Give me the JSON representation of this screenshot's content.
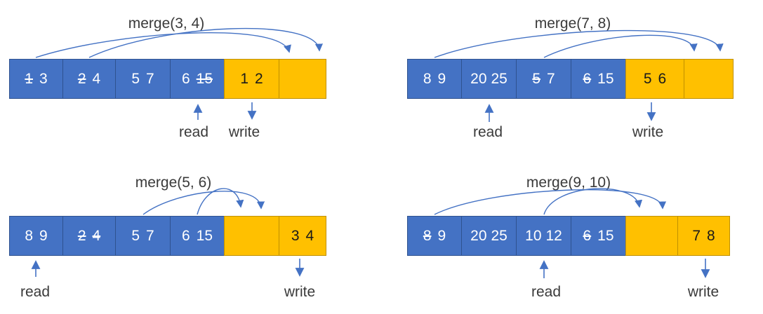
{
  "colors": {
    "run_cell_fill": "#4472C4",
    "run_cell_border": "#2F528F",
    "buffer_cell_fill": "#FFC000",
    "buffer_cell_border": "#BF9000",
    "arrow": "#4472C4",
    "run_text": "#ffffff",
    "buffer_text": "#1a1a1a",
    "label_text": "#3a3a3a"
  },
  "panels": [
    {
      "title": "merge(3, 4)",
      "cells": [
        {
          "type": "run",
          "values": [
            {
              "text": "1",
              "struck": true
            },
            {
              "text": "3",
              "struck": false
            }
          ]
        },
        {
          "type": "run",
          "values": [
            {
              "text": "2",
              "struck": true
            },
            {
              "text": "4",
              "struck": false
            }
          ]
        },
        {
          "type": "run",
          "values": [
            {
              "text": "5",
              "struck": false
            },
            {
              "text": "7",
              "struck": false
            }
          ]
        },
        {
          "type": "run",
          "values": [
            {
              "text": "6",
              "struck": false
            },
            {
              "text": "15",
              "struck": true
            }
          ]
        },
        {
          "type": "buffer",
          "values": [
            {
              "text": "1",
              "struck": false
            },
            {
              "text": "2",
              "struck": false
            }
          ]
        },
        {
          "type": "buffer",
          "values": []
        }
      ],
      "read_label": "read",
      "write_label": "write",
      "read_target_cell": 4,
      "write_target_cell": 5,
      "arrows": [
        {
          "from_cell": 1,
          "to_cell": 6
        },
        {
          "from_cell": 2,
          "to_cell": 6
        }
      ]
    },
    {
      "title": "merge(7, 8)",
      "cells": [
        {
          "type": "run",
          "values": [
            {
              "text": "8",
              "struck": false
            },
            {
              "text": "9",
              "struck": false
            }
          ]
        },
        {
          "type": "run",
          "values": [
            {
              "text": "20",
              "struck": false
            },
            {
              "text": "25",
              "struck": false
            }
          ]
        },
        {
          "type": "run",
          "values": [
            {
              "text": "5",
              "struck": true
            },
            {
              "text": "7",
              "struck": false
            }
          ]
        },
        {
          "type": "run",
          "values": [
            {
              "text": "6",
              "struck": true
            },
            {
              "text": "15",
              "struck": false
            }
          ]
        },
        {
          "type": "buffer",
          "values": [
            {
              "text": "5",
              "struck": false
            },
            {
              "text": "6",
              "struck": false
            }
          ]
        },
        {
          "type": "buffer",
          "values": []
        }
      ],
      "read_label": "read",
      "write_label": "write",
      "read_target_cell": 2,
      "write_target_cell": 5,
      "arrows": [
        {
          "from_cell": 1,
          "to_cell": 6
        },
        {
          "from_cell": 3,
          "to_cell": 6
        }
      ]
    },
    {
      "title": "merge(5, 6)",
      "cells": [
        {
          "type": "run",
          "values": [
            {
              "text": "8",
              "struck": false
            },
            {
              "text": "9",
              "struck": false
            }
          ]
        },
        {
          "type": "run",
          "values": [
            {
              "text": "2",
              "struck": true
            },
            {
              "text": "4",
              "struck": true
            }
          ]
        },
        {
          "type": "run",
          "values": [
            {
              "text": "5",
              "struck": false
            },
            {
              "text": "7",
              "struck": false
            }
          ]
        },
        {
          "type": "run",
          "values": [
            {
              "text": "6",
              "struck": false
            },
            {
              "text": "15",
              "struck": false
            }
          ]
        },
        {
          "type": "buffer",
          "values": []
        },
        {
          "type": "buffer",
          "values": [
            {
              "text": "3",
              "struck": false
            },
            {
              "text": "4",
              "struck": false
            }
          ]
        }
      ],
      "read_label": "read",
      "write_label": "write",
      "read_target_cell": 1,
      "write_target_cell": 6,
      "arrows": [
        {
          "from_cell": 3,
          "to_cell": 5
        },
        {
          "from_cell": 4,
          "to_cell": 5
        }
      ]
    },
    {
      "title": "merge(9, 10)",
      "cells": [
        {
          "type": "run",
          "values": [
            {
              "text": "8",
              "struck": true
            },
            {
              "text": "9",
              "struck": false
            }
          ]
        },
        {
          "type": "run",
          "values": [
            {
              "text": "20",
              "struck": false
            },
            {
              "text": "25",
              "struck": false
            }
          ]
        },
        {
          "type": "run",
          "values": [
            {
              "text": "10",
              "struck": false
            },
            {
              "text": "12",
              "struck": false
            }
          ]
        },
        {
          "type": "run",
          "values": [
            {
              "text": "6",
              "struck": true
            },
            {
              "text": "15",
              "struck": false
            }
          ]
        },
        {
          "type": "buffer",
          "values": []
        },
        {
          "type": "buffer",
          "values": [
            {
              "text": "7",
              "struck": false
            },
            {
              "text": "8",
              "struck": false
            }
          ]
        }
      ],
      "read_label": "read",
      "write_label": "write",
      "read_target_cell": 3,
      "write_target_cell": 6,
      "arrows": [
        {
          "from_cell": 1,
          "to_cell": 5
        },
        {
          "from_cell": 3,
          "to_cell": 5
        }
      ]
    }
  ]
}
